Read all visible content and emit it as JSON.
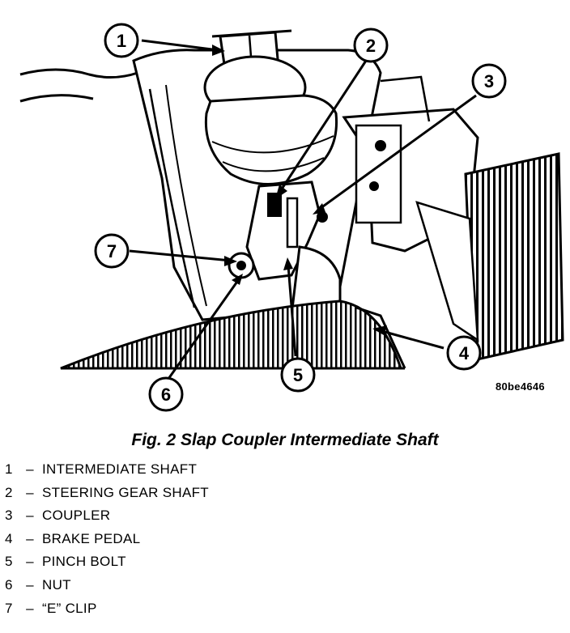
{
  "figure": {
    "code": "80be4646",
    "caption": "Fig. 2 Slap Coupler Intermediate Shaft"
  },
  "callouts": [
    "1",
    "2",
    "3",
    "4",
    "5",
    "6",
    "7"
  ],
  "legend": [
    {
      "num": "1",
      "dash": "–",
      "label": "INTERMEDIATE SHAFT"
    },
    {
      "num": "2",
      "dash": "–",
      "label": "STEERING GEAR SHAFT"
    },
    {
      "num": "3",
      "dash": "–",
      "label": "COUPLER"
    },
    {
      "num": "4",
      "dash": "–",
      "label": "BRAKE PEDAL"
    },
    {
      "num": "5",
      "dash": "–",
      "label": "PINCH BOLT"
    },
    {
      "num": "6",
      "dash": "–",
      "label": "NUT"
    },
    {
      "num": "7",
      "dash": "–",
      "label": "“E” CLIP"
    }
  ]
}
